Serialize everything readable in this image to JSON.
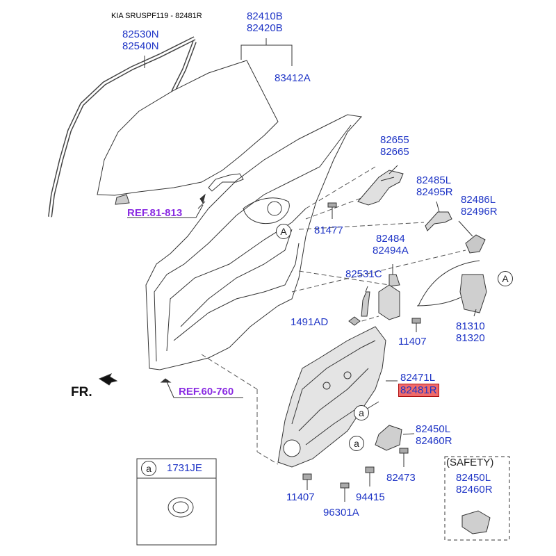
{
  "header": {
    "title": "KIA SRUSPF119 - 82481R"
  },
  "labels": {
    "p82410B": "82410B",
    "p82420B": "82420B",
    "p82530N": "82530N",
    "p82540N": "82540N",
    "p83412A": "83412A",
    "p82655": "82655",
    "p82665": "82665",
    "p82485L": "82485L",
    "p82495R": "82495R",
    "p82486L": "82486L",
    "p82496R": "82496R",
    "p81477": "81477",
    "p82484": "82484",
    "p82494A": "82494A",
    "p82531C": "82531C",
    "p1491AD": "1491AD",
    "p11407a": "11407",
    "p81310": "81310",
    "p81320": "81320",
    "p82471L": "82471L",
    "p82481R": "82481R",
    "p82450L": "82450L",
    "p82460R": "82460R",
    "p82473": "82473",
    "p11407b": "11407",
    "p94415": "94415",
    "p96301A": "96301A",
    "p1731JE": "1731JE",
    "p82450L2": "82450L",
    "p82460R2": "82460R"
  },
  "refs": {
    "ref1": "REF.81-813",
    "ref2": "REF.60-760"
  },
  "callouts": {
    "a_upper": "A",
    "a_right": "A",
    "a_small1": "a",
    "a_small2": "a",
    "a_box": "a"
  },
  "misc": {
    "fr": "FR.",
    "safety": "(SAFETY)"
  },
  "colors": {
    "part_label": "#1f35c6",
    "ref_label": "#8a2be2",
    "highlight": "#f06a6a"
  }
}
